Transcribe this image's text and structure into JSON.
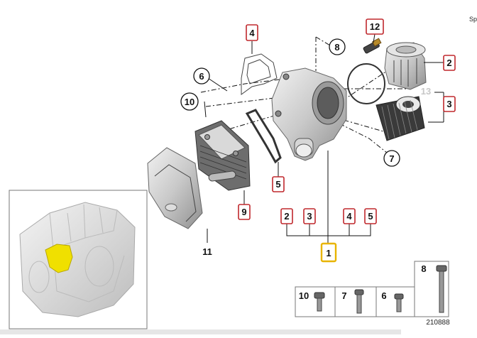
{
  "diagram": {
    "part_number_ref": "210888",
    "corner_text": "Sp",
    "callouts": {
      "c1": "1",
      "c2": "2",
      "c3": "3",
      "c4": "4",
      "c5": "5",
      "c6": "6",
      "c7": "7",
      "c8": "8",
      "c9": "9",
      "c10": "10",
      "c11": "11",
      "c12": "12",
      "c13": "13"
    },
    "legend": {
      "c2": "2",
      "c3": "3",
      "c4": "4",
      "c5": "5"
    },
    "bolts": {
      "b10": "10",
      "b7": "7",
      "b6": "6",
      "b8": "8"
    },
    "colors": {
      "callout_border": "#c0282d",
      "highlight_border": "#e8b400",
      "engine_highlight": "#f0e000"
    }
  }
}
